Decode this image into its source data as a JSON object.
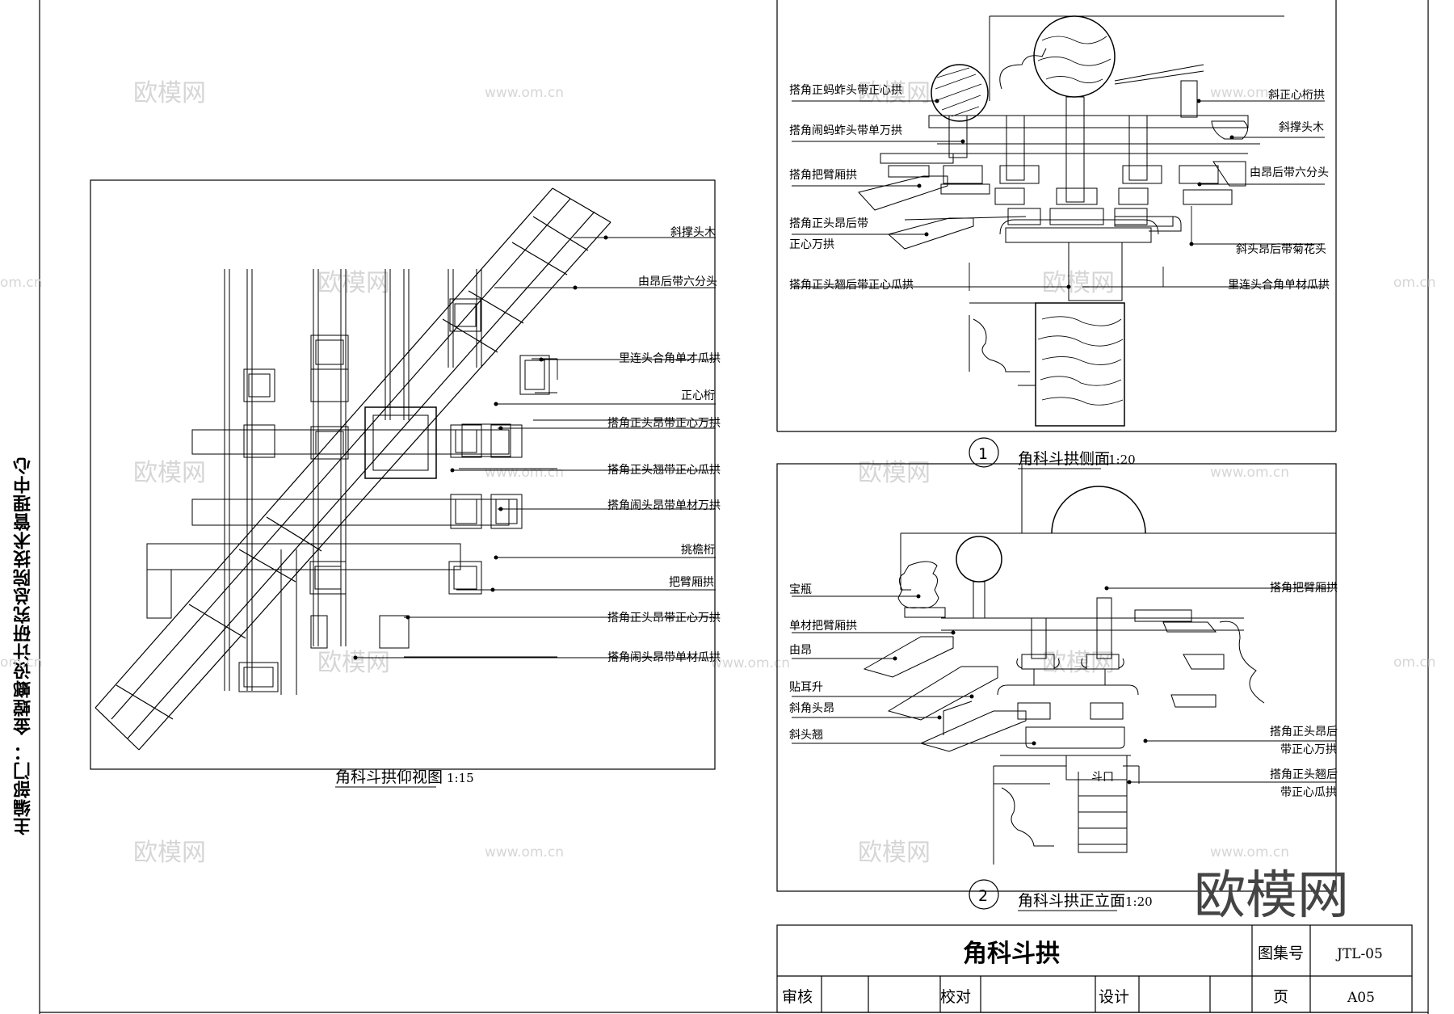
{
  "department": "主编部门：  金螳螂设计研究总院技术管理中心",
  "views": {
    "plan": {
      "caption": "角科斗拱仰视图",
      "scale": "1:15",
      "labels": [
        "斜撑头木",
        "由昂后带六分头",
        "里连头合角单才瓜拱",
        "正心桁",
        "搭角正头昂带正心万拱",
        "搭角正头翘带正心瓜拱",
        "搭角闹头昂带单材万拱",
        "挑檐桁",
        "把臂厢拱",
        "搭角正头昂带正心万拱",
        "搭角闹头昂带单材瓜拱"
      ]
    },
    "side": {
      "number": "1",
      "caption": "角科斗拱侧面",
      "scale": "1:20",
      "labels_left": [
        "搭角正蚂蚱头带正心拱",
        "搭角闹蚂蚱头带单万拱",
        "搭角把臂厢拱",
        "搭角正头昂后带",
        "正心万拱",
        "搭角正头翘后带正心瓜拱"
      ],
      "labels_right": [
        "斜正心桁拱",
        "斜撑头木",
        "由昂后带六分头",
        "斜头昂后带菊花头",
        "里连头合角单材瓜拱"
      ]
    },
    "front": {
      "number": "2",
      "caption": "角科斗拱正立面",
      "scale": "1:20",
      "labels_left": [
        "宝瓶",
        "单材把臂厢拱",
        "由昂",
        "贴耳升",
        "斜角头昂",
        "斜头翘"
      ],
      "labels_right": [
        "搭角把臂厢拱",
        "搭角正头昂后",
        "带正心万拱",
        "搭角正头翘后",
        "带正心瓜拱"
      ],
      "dou_kou": "斗口"
    }
  },
  "title_block": {
    "title": "角科斗拱",
    "atlas_label": "图集号",
    "atlas_value": "JTL-05",
    "review": "审核",
    "check": "校对",
    "design": "设计",
    "page_label": "页",
    "page_value": "A05"
  },
  "watermarks": {
    "brand": "欧模网",
    "url": "www.om.cn",
    "url_partial": "om.cn"
  }
}
